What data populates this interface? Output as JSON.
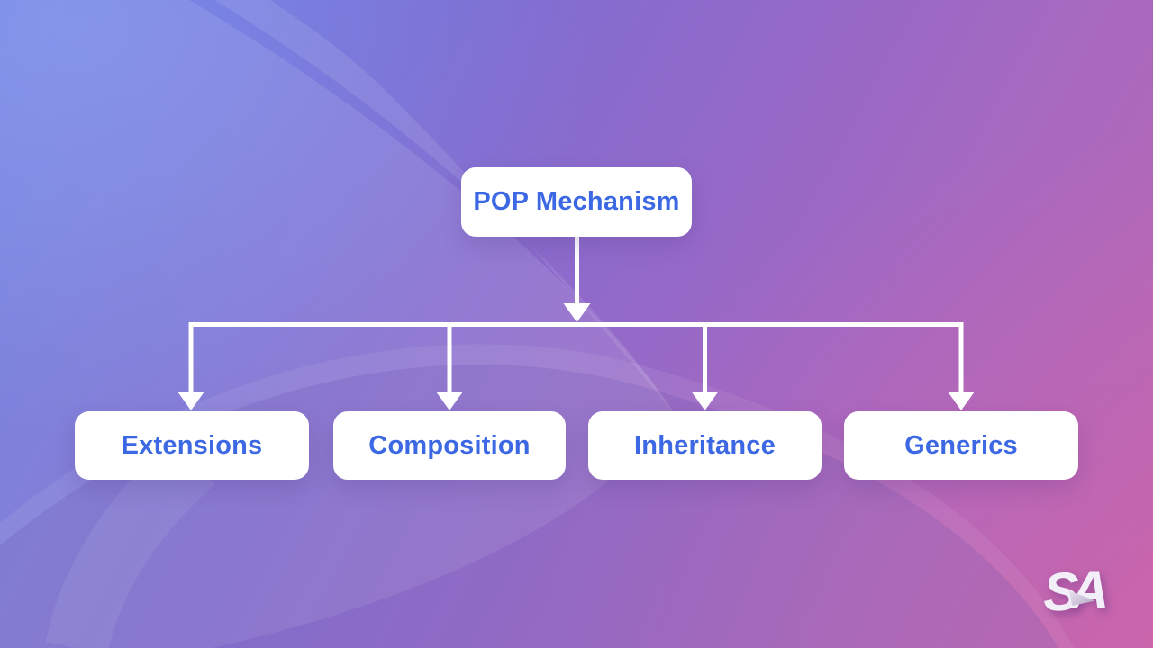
{
  "colors": {
    "node-bg": "#ffffff",
    "node-text": "#3c68e3",
    "connector": "#ffffff",
    "bg1": "#6577db",
    "bg2": "#7b6ed2",
    "bg3": "#9569c8",
    "bg4": "#ab69bd",
    "bg5": "#bd68b0"
  },
  "diagram": {
    "root": {
      "label": "POP Mechanism"
    },
    "children": [
      {
        "label": "Extensions"
      },
      {
        "label": "Composition"
      },
      {
        "label": "Inheritance"
      },
      {
        "label": "Generics"
      }
    ]
  },
  "watermark": {
    "letters": [
      "S",
      "A"
    ]
  }
}
